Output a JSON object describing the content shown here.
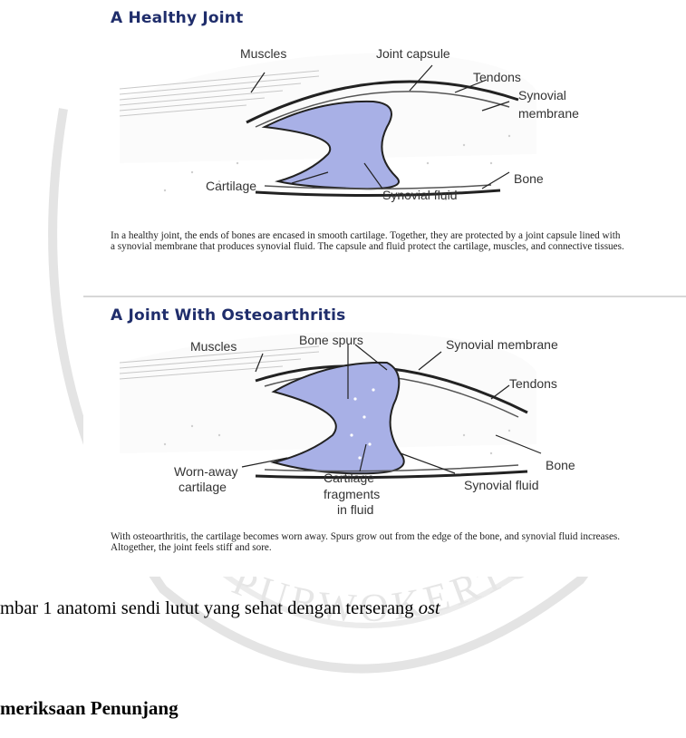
{
  "healthy": {
    "title": "A Healthy Joint",
    "labels": {
      "muscles": "Muscles",
      "joint_capsule": "Joint capsule",
      "tendons": "Tendons",
      "synovial_membrane_1": "Synovial",
      "synovial_membrane_2": "membrane",
      "bone": "Bone",
      "cartilage": "Cartilage",
      "synovial_fluid": "Synovial fluid"
    },
    "caption": "In a healthy joint, the ends of bones are encased in smooth cartilage. Together, they are protected by a joint capsule lined with a synovial membrane that produces synovial fluid. The capsule and fluid protect the cartilage, muscles, and connective tissues."
  },
  "osteo": {
    "title": "A Joint With Osteoarthritis",
    "labels": {
      "muscles": "Muscles",
      "bone_spurs": "Bone spurs",
      "synovial_membrane": "Synovial membrane",
      "tendons": "Tendons",
      "bone": "Bone",
      "worn_1": "Worn-away",
      "worn_2": "cartilage",
      "fragments_1": "Cartilage",
      "fragments_2": "fragments",
      "fragments_3": "in fluid",
      "synovial_fluid": "Synovial fluid"
    },
    "caption": "With osteoarthritis, the cartilage becomes worn away. Spurs grow out from the edge of the bone, and synovial fluid increases. Altogether, the joint feels stiff and sore."
  },
  "figure_caption": {
    "prefix": "mbar 1 anatomi sendi lutut yang sehat dengan terserang ",
    "italic": "ost"
  },
  "section_heading": "meriksaan Penunjang",
  "watermark_text": "PURWOKERTO",
  "colors": {
    "fluid": "#a8b0e6",
    "title": "#1f2d6b",
    "bone_dots": "#cfcfcf"
  }
}
